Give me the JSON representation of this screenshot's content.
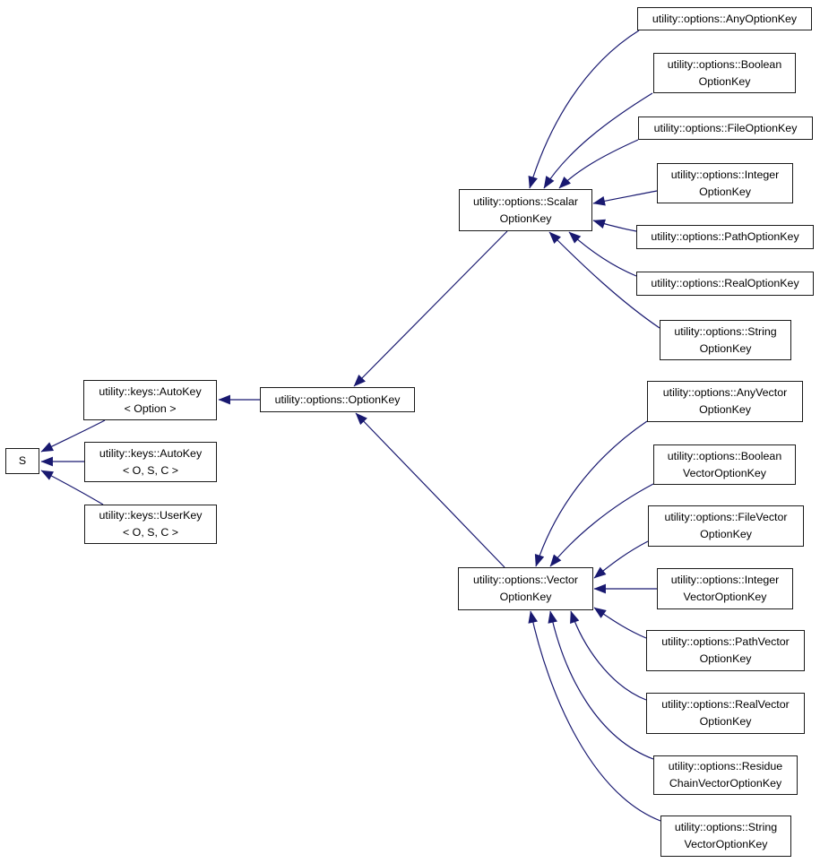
{
  "diagram": {
    "kind": "class-inheritance-graph",
    "background_color": "#ffffff",
    "edge_color": "#191970",
    "node_border_color": "#1a1a1a",
    "node_fill_color": "#ffffff"
  },
  "nodes": [
    {
      "id": "s",
      "lines": [
        "S"
      ]
    },
    {
      "id": "autokey-option",
      "lines": [
        "utility::keys::AutoKey",
        "< Option >"
      ]
    },
    {
      "id": "autokey-osc",
      "lines": [
        "utility::keys::AutoKey",
        "< O, S, C >"
      ]
    },
    {
      "id": "userkey-osc",
      "lines": [
        "utility::keys::UserKey",
        "< O, S, C >"
      ]
    },
    {
      "id": "optionkey",
      "lines": [
        "utility::options::OptionKey"
      ]
    },
    {
      "id": "scalar",
      "lines": [
        "utility::options::Scalar",
        "OptionKey"
      ]
    },
    {
      "id": "vector",
      "lines": [
        "utility::options::Vector",
        "OptionKey"
      ]
    },
    {
      "id": "any",
      "lines": [
        "utility::options::AnyOptionKey"
      ]
    },
    {
      "id": "boolean",
      "lines": [
        "utility::options::Boolean",
        "OptionKey"
      ]
    },
    {
      "id": "file",
      "lines": [
        "utility::options::FileOptionKey"
      ]
    },
    {
      "id": "integer",
      "lines": [
        "utility::options::Integer",
        "OptionKey"
      ]
    },
    {
      "id": "path",
      "lines": [
        "utility::options::PathOptionKey"
      ]
    },
    {
      "id": "real",
      "lines": [
        "utility::options::RealOptionKey"
      ]
    },
    {
      "id": "string",
      "lines": [
        "utility::options::String",
        "OptionKey"
      ]
    },
    {
      "id": "anyvec",
      "lines": [
        "utility::options::AnyVector",
        "OptionKey"
      ]
    },
    {
      "id": "boolvec",
      "lines": [
        "utility::options::Boolean",
        "VectorOptionKey"
      ]
    },
    {
      "id": "filevec",
      "lines": [
        "utility::options::FileVector",
        "OptionKey"
      ]
    },
    {
      "id": "intvec",
      "lines": [
        "utility::options::Integer",
        "VectorOptionKey"
      ]
    },
    {
      "id": "pathvec",
      "lines": [
        "utility::options::PathVector",
        "OptionKey"
      ]
    },
    {
      "id": "realvec",
      "lines": [
        "utility::options::RealVector",
        "OptionKey"
      ]
    },
    {
      "id": "residuevec",
      "lines": [
        "utility::options::Residue",
        "ChainVectorOptionKey"
      ]
    },
    {
      "id": "stringvec",
      "lines": [
        "utility::options::String",
        "VectorOptionKey"
      ]
    }
  ],
  "edges": [
    {
      "from": "autokey-option",
      "to": "s"
    },
    {
      "from": "autokey-osc",
      "to": "s"
    },
    {
      "from": "userkey-osc",
      "to": "s"
    },
    {
      "from": "optionkey",
      "to": "autokey-option"
    },
    {
      "from": "scalar",
      "to": "optionkey"
    },
    {
      "from": "vector",
      "to": "optionkey"
    },
    {
      "from": "any",
      "to": "scalar"
    },
    {
      "from": "boolean",
      "to": "scalar"
    },
    {
      "from": "file",
      "to": "scalar"
    },
    {
      "from": "integer",
      "to": "scalar"
    },
    {
      "from": "path",
      "to": "scalar"
    },
    {
      "from": "real",
      "to": "scalar"
    },
    {
      "from": "string",
      "to": "scalar"
    },
    {
      "from": "anyvec",
      "to": "vector"
    },
    {
      "from": "boolvec",
      "to": "vector"
    },
    {
      "from": "filevec",
      "to": "vector"
    },
    {
      "from": "intvec",
      "to": "vector"
    },
    {
      "from": "pathvec",
      "to": "vector"
    },
    {
      "from": "realvec",
      "to": "vector"
    },
    {
      "from": "residuevec",
      "to": "vector"
    },
    {
      "from": "stringvec",
      "to": "vector"
    }
  ]
}
